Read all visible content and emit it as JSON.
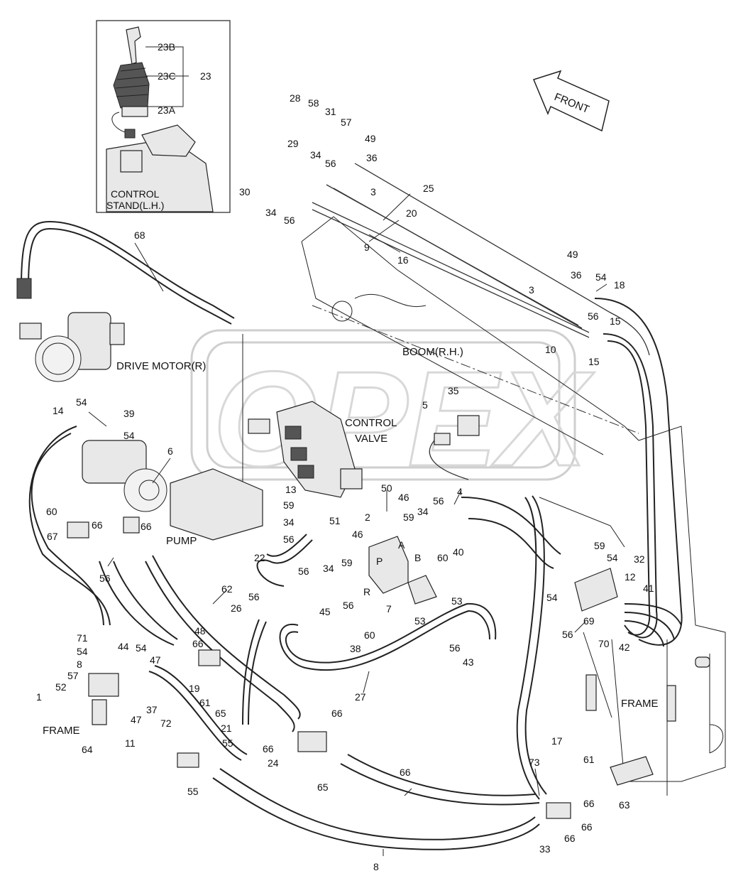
{
  "diagram": {
    "inset_labels": [
      "23B",
      "23C",
      "23",
      "23A"
    ],
    "inset_caption_line1": "CONTROL",
    "inset_caption_line2": "STAND(L.H.)",
    "front_arrow_text": "FRONT",
    "watermark": "OPEX",
    "component_labels": {
      "drive_motor": "DRIVE MOTOR(R)",
      "boom": "BOOM(R.H.)",
      "control_valve_line1": "CONTROL",
      "control_valve_line2": "VALVE",
      "pump": "PUMP",
      "frame_right": "FRAME",
      "frame_left": "FRAME"
    },
    "port_labels": [
      "A",
      "B",
      "P",
      "R"
    ],
    "callouts": [
      "28",
      "58",
      "31",
      "57",
      "49",
      "36",
      "29",
      "34",
      "56",
      "3",
      "25",
      "30",
      "34",
      "56",
      "20",
      "9",
      "16",
      "68",
      "49",
      "36",
      "54",
      "18",
      "3",
      "56",
      "15",
      "10",
      "15",
      "35",
      "5",
      "14",
      "54",
      "39",
      "54",
      "6",
      "60",
      "67",
      "66",
      "66",
      "13",
      "59",
      "34",
      "56",
      "50",
      "46",
      "2",
      "59",
      "34",
      "56",
      "4",
      "40",
      "60",
      "51",
      "46",
      "22",
      "59",
      "34",
      "56",
      "45",
      "56",
      "62",
      "26",
      "56",
      "7",
      "53",
      "53",
      "38",
      "60",
      "56",
      "43",
      "59",
      "54",
      "32",
      "12",
      "41",
      "54",
      "56",
      "69",
      "70",
      "42",
      "56",
      "71",
      "54",
      "44",
      "54",
      "47",
      "48",
      "66",
      "8",
      "57",
      "1",
      "52",
      "47",
      "37",
      "19",
      "61",
      "65",
      "72",
      "27",
      "21",
      "55",
      "24",
      "55",
      "66",
      "66",
      "65",
      "66",
      "73",
      "17",
      "61",
      "66",
      "63",
      "66",
      "66",
      "8",
      "64",
      "11",
      "33",
      "66"
    ]
  }
}
